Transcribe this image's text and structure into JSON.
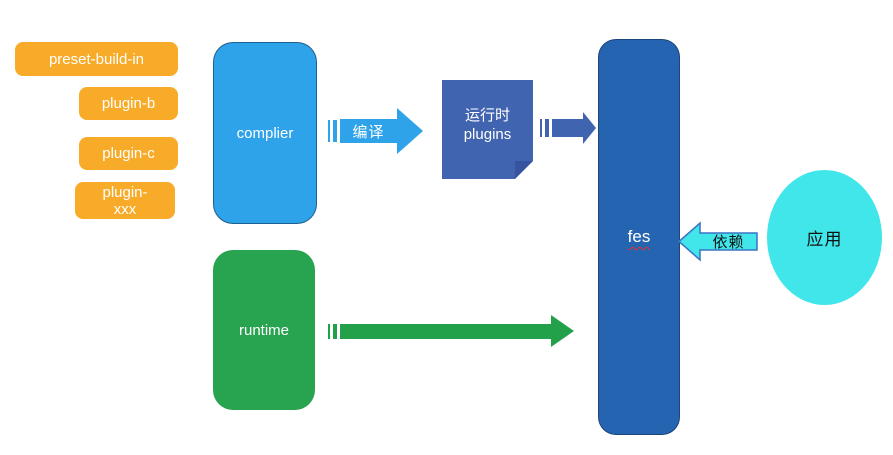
{
  "colors": {
    "canvas-bg": "#ffffff",
    "orange": "#f8ab28",
    "light-blue": "#2ea3e9",
    "dark-blue": "#4064af",
    "fes-blue": "#2564b0",
    "green": "#28a450",
    "arrow-green": "#22a14a",
    "cyan": "#41e6eb",
    "depends-border": "#3a74c4"
  },
  "plugins_list": {
    "items": [
      {
        "label": "preset-build-in"
      },
      {
        "label": "plugin-b"
      },
      {
        "label": "plugin-c"
      },
      {
        "label": "plugin-\nxxx"
      }
    ]
  },
  "nodes": {
    "complier": {
      "label": "complier"
    },
    "runtime_plugins": {
      "label": "运行时\nplugins"
    },
    "fes": {
      "label": "fes"
    },
    "runtime": {
      "label": "runtime"
    },
    "app": {
      "label": "应用"
    }
  },
  "arrows": {
    "compile": {
      "label": "编译",
      "direction": "right"
    },
    "plugins_to_fes": {
      "direction": "right"
    },
    "runtime_to_fes": {
      "direction": "right"
    },
    "depends": {
      "label": "依赖",
      "direction": "left"
    }
  }
}
